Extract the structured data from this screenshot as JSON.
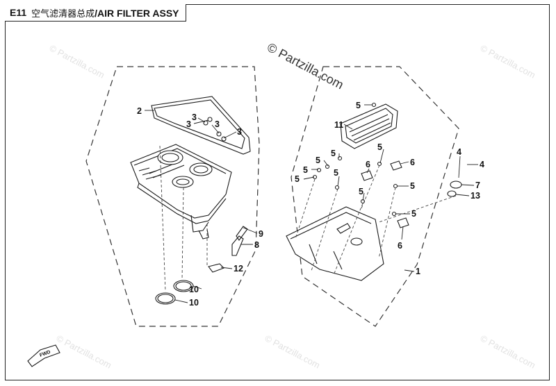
{
  "header": {
    "section_code": "E11",
    "title_cn": "空气滤清器总成",
    "title_en": "/AIR FILTER ASSY"
  },
  "watermark": {
    "main": "© Partzilla.com",
    "repeat": "© Partzilla.com"
  },
  "callouts": [
    {
      "id": "c1",
      "label": "1"
    },
    {
      "id": "c2",
      "label": "2"
    },
    {
      "id": "c3a",
      "label": "3"
    },
    {
      "id": "c3b",
      "label": "3"
    },
    {
      "id": "c3c",
      "label": "3"
    },
    {
      "id": "c3d",
      "label": "3"
    },
    {
      "id": "c4a",
      "label": "4"
    },
    {
      "id": "c4b",
      "label": "4"
    },
    {
      "id": "c5a",
      "label": "5"
    },
    {
      "id": "c5b",
      "label": "5"
    },
    {
      "id": "c5c",
      "label": "5"
    },
    {
      "id": "c5d",
      "label": "5"
    },
    {
      "id": "c5e",
      "label": "5"
    },
    {
      "id": "c5f",
      "label": "5"
    },
    {
      "id": "c5g",
      "label": "5"
    },
    {
      "id": "c5h",
      "label": "5"
    },
    {
      "id": "c5i",
      "label": "5"
    },
    {
      "id": "c5j",
      "label": "5"
    },
    {
      "id": "c6a",
      "label": "6"
    },
    {
      "id": "c6b",
      "label": "6"
    },
    {
      "id": "c6c",
      "label": "6"
    },
    {
      "id": "c7",
      "label": "7"
    },
    {
      "id": "c8",
      "label": "8"
    },
    {
      "id": "c9",
      "label": "9"
    },
    {
      "id": "c10a",
      "label": "10"
    },
    {
      "id": "c10b",
      "label": "10"
    },
    {
      "id": "c11",
      "label": "11"
    },
    {
      "id": "c12",
      "label": "12"
    },
    {
      "id": "c13",
      "label": "13"
    }
  ],
  "direction_arrow": "FWD"
}
